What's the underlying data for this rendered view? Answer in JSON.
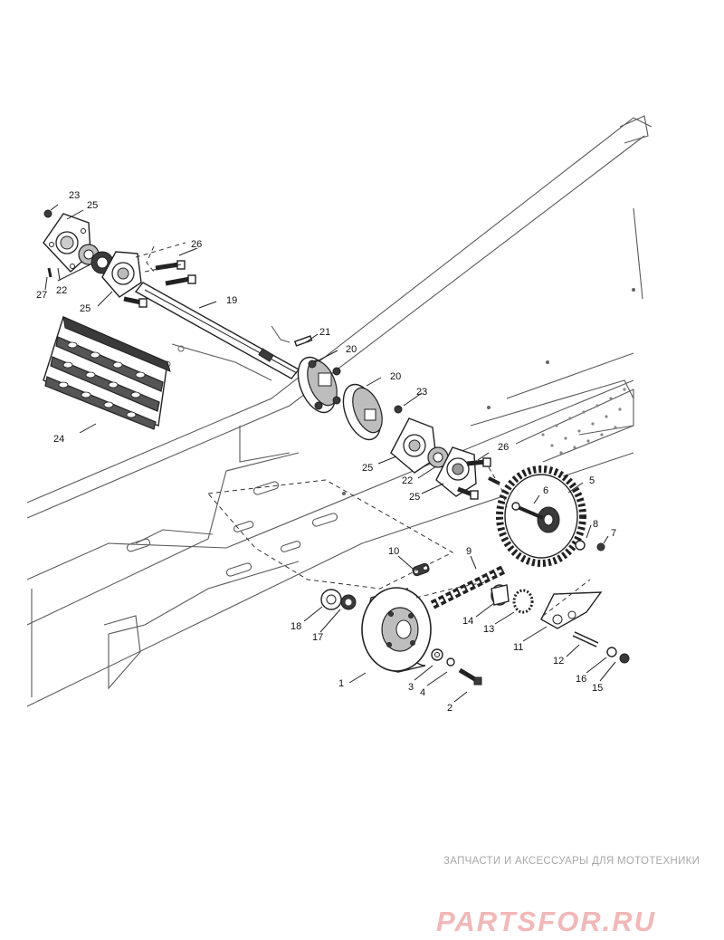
{
  "parts": [
    {
      "id": "1",
      "label": "1"
    },
    {
      "id": "2",
      "label": "2"
    },
    {
      "id": "3",
      "label": "3"
    },
    {
      "id": "4",
      "label": "4"
    },
    {
      "id": "5",
      "label": "5"
    },
    {
      "id": "6",
      "label": "6"
    },
    {
      "id": "7",
      "label": "7"
    },
    {
      "id": "8",
      "label": "8"
    },
    {
      "id": "9",
      "label": "9"
    },
    {
      "id": "10",
      "label": "10"
    },
    {
      "id": "11",
      "label": "11"
    },
    {
      "id": "12",
      "label": "12"
    },
    {
      "id": "13",
      "label": "13"
    },
    {
      "id": "14",
      "label": "14"
    },
    {
      "id": "15",
      "label": "15"
    },
    {
      "id": "16",
      "label": "16"
    },
    {
      "id": "17",
      "label": "17"
    },
    {
      "id": "18",
      "label": "18"
    },
    {
      "id": "19",
      "label": "19"
    },
    {
      "id": "20a",
      "label": "20"
    },
    {
      "id": "20b",
      "label": "20"
    },
    {
      "id": "21",
      "label": "21"
    },
    {
      "id": "22a",
      "label": "22"
    },
    {
      "id": "22b",
      "label": "22"
    },
    {
      "id": "23a",
      "label": "23"
    },
    {
      "id": "23b",
      "label": "23"
    },
    {
      "id": "24",
      "label": "24"
    },
    {
      "id": "25a",
      "label": "25"
    },
    {
      "id": "25b",
      "label": "25"
    },
    {
      "id": "25c",
      "label": "25"
    },
    {
      "id": "25d",
      "label": "25"
    },
    {
      "id": "26a",
      "label": "26"
    },
    {
      "id": "26b",
      "label": "26"
    },
    {
      "id": "27",
      "label": "27"
    }
  ],
  "watermark": {
    "tagline": "ЗАПЧАСТИ И АКСЕССУАРЫ ДЛЯ МОТОТЕХНИКИ",
    "logo_text": "PARTSFOR.RU",
    "logo_color": "#f2b8b8"
  }
}
